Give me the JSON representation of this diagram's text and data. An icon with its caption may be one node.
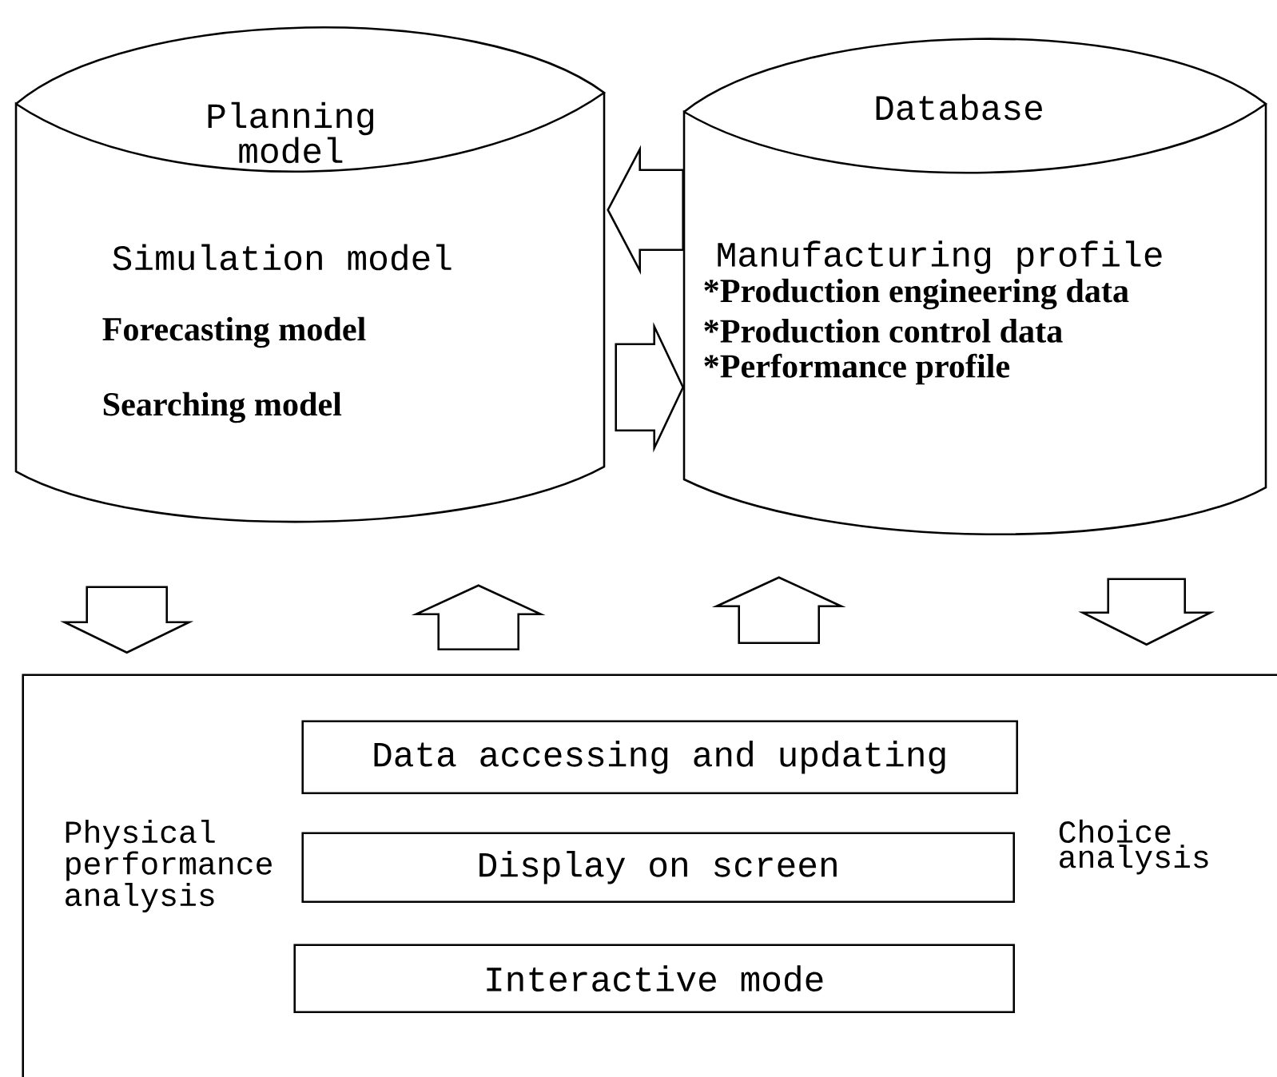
{
  "diagram": {
    "nodes": [
      {
        "text": [
          "Planning model",
          "Simulation model",
          "Forecasting model",
          "Searching model"
        ]
      },
      {
        "text": [
          "Database",
          "Manufacturing profile",
          "*Production engineering data",
          "*Production control data",
          "*Performance profile"
        ]
      },
      {
        "text": [
          "Physical performance analysis",
          "Choice analysis"
        ]
      },
      {
        "text": [
          "Data accessing and updating"
        ],
        "in": 2
      },
      {
        "text": [
          "Display on screen"
        ],
        "in": 2
      },
      {
        "text": [
          "Interactive mode"
        ],
        "in": 2
      }
    ],
    "edges": [
      {
        "from": 1,
        "to": 0,
        "arrow": "to"
      },
      {
        "from": 0,
        "to": 1,
        "arrow": "to"
      },
      {
        "from": 0,
        "to": 2,
        "arrow": "to"
      },
      {
        "from": 2,
        "to": 0,
        "arrow": "to"
      },
      {
        "from": 2,
        "to": 1,
        "arrow": "to"
      },
      {
        "from": 1,
        "to": 2,
        "arrow": "to"
      }
    ]
  }
}
